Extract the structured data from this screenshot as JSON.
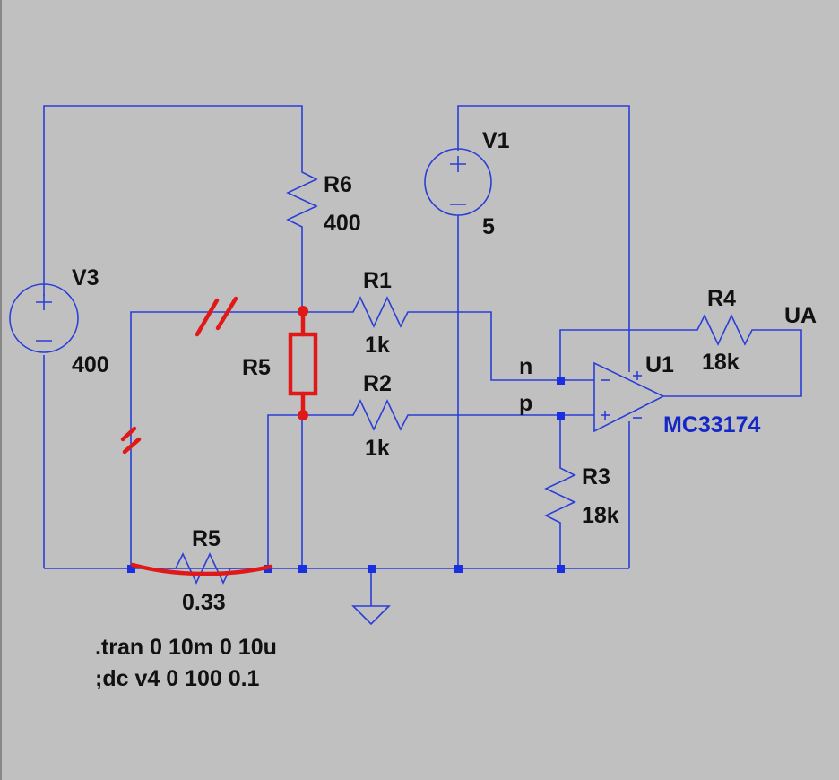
{
  "components": {
    "v3": {
      "name": "V3",
      "value": "400"
    },
    "v1": {
      "name": "V1",
      "value": "5"
    },
    "r6": {
      "name": "R6",
      "value": "400"
    },
    "r1": {
      "name": "R1",
      "value": "1k"
    },
    "r2": {
      "name": "R2",
      "value": "1k"
    },
    "r3": {
      "name": "R3",
      "value": "18k"
    },
    "r4": {
      "name": "R4",
      "value": "18k"
    },
    "r5_box": {
      "name": "R5"
    },
    "r5_bottom": {
      "name": "R5",
      "value": "0.33"
    },
    "u1": {
      "name": "U1",
      "model": "MC33174"
    }
  },
  "net_labels": {
    "n": "n",
    "p": "p",
    "ua": "UA"
  },
  "directives": {
    "tran": ".tran 0 10m 0 10u",
    "dc": ";dc v4 0 100 0.1"
  },
  "colors": {
    "wire": "#2a3ed8",
    "annotation": "#e01818",
    "background": "#c0c0c0"
  }
}
